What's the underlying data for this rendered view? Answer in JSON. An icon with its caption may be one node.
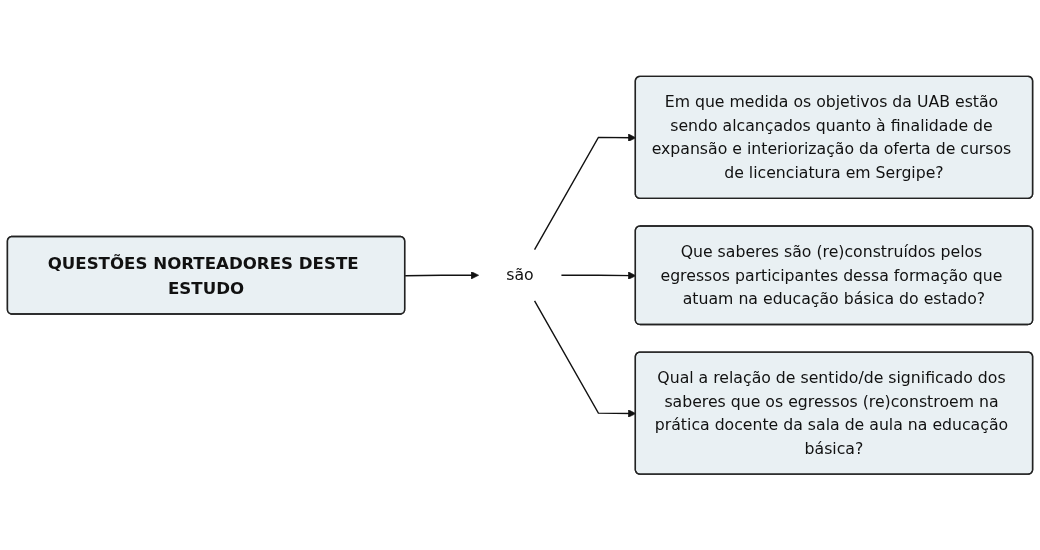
{
  "diagram": {
    "nodes": [
      {
        "text": [
          "QUESTÕES NORTEADORES DESTE ESTUDO"
        ]
      },
      {
        "text": [
          "são"
        ]
      },
      {
        "text": [
          "Em que medida os objetivos da UAB estão sendo alcançados quanto à finalidade de expansão e interiorização da oferta de cursos de licenciatura em Sergipe?"
        ]
      },
      {
        "text": [
          "Que saberes são (re)construídos pelos egressos participantes dessa formação que atuam na educação básica do estado?"
        ]
      },
      {
        "text": [
          "Qual a relação de sentido/de significado dos saberes que os egressos (re)constroem na prática docente da sala de aula na educação básica?"
        ]
      }
    ],
    "edges": [
      {
        "from": 0,
        "to": 1,
        "arrow": "to"
      },
      {
        "from": 1,
        "to": 2,
        "arrow": "to"
      },
      {
        "from": 1,
        "to": 3,
        "arrow": "to"
      },
      {
        "from": 1,
        "to": 4,
        "arrow": "to"
      }
    ]
  }
}
